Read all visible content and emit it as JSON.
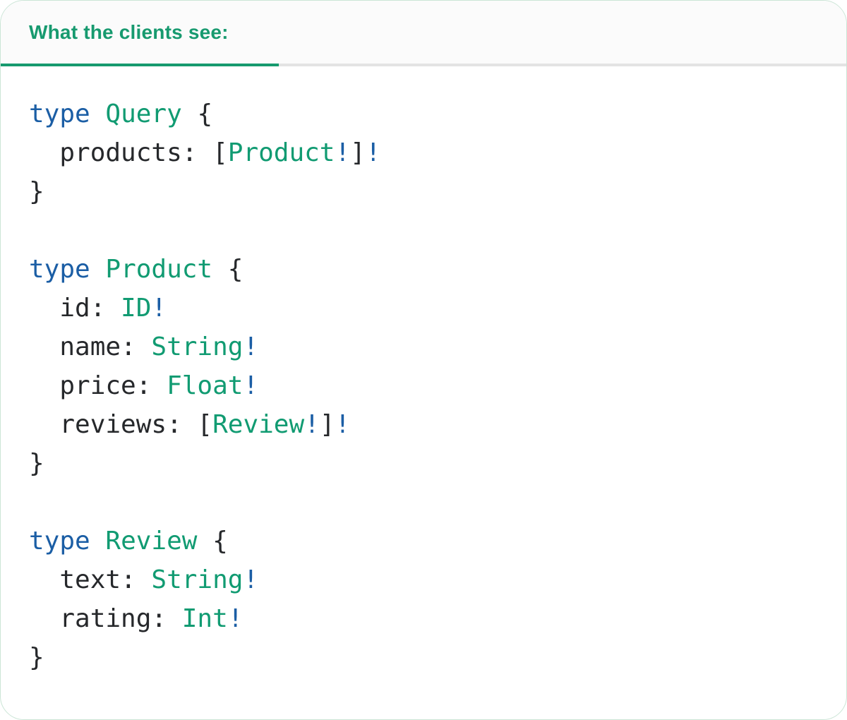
{
  "tab": {
    "label": "What the clients see:"
  },
  "colors": {
    "keyword": "#1b5ea5",
    "type": "#119b72",
    "plain": "#26282b",
    "bang": "#1b5ea5",
    "tab_label": "#179a6f",
    "tab_underline": "#169a6e",
    "header_bg": "#fbfbfb",
    "divider": "#e3e3e3",
    "panel_border": "#cbe5d6",
    "panel_bg": "#ffffff"
  },
  "code": {
    "language": "graphql",
    "raw": "type Query {\n  products: [Product!]!\n}\n\ntype Product {\n  id: ID!\n  name: String!\n  price: Float!\n  reviews: [Review!]!\n}\n\ntype Review {\n  text: String!\n  rating: Int!\n}",
    "lines": [
      [
        {
          "t": "type",
          "c": "kw"
        },
        {
          "t": " ",
          "c": "plain"
        },
        {
          "t": "Query",
          "c": "type"
        },
        {
          "t": " {",
          "c": "plain"
        }
      ],
      [
        {
          "t": "  products: [",
          "c": "plain"
        },
        {
          "t": "Product",
          "c": "type"
        },
        {
          "t": "!",
          "c": "bang"
        },
        {
          "t": "]",
          "c": "plain"
        },
        {
          "t": "!",
          "c": "bang"
        }
      ],
      [
        {
          "t": "}",
          "c": "plain"
        }
      ],
      [],
      [
        {
          "t": "type",
          "c": "kw"
        },
        {
          "t": " ",
          "c": "plain"
        },
        {
          "t": "Product",
          "c": "type"
        },
        {
          "t": " {",
          "c": "plain"
        }
      ],
      [
        {
          "t": "  id: ",
          "c": "plain"
        },
        {
          "t": "ID",
          "c": "type"
        },
        {
          "t": "!",
          "c": "bang"
        }
      ],
      [
        {
          "t": "  name: ",
          "c": "plain"
        },
        {
          "t": "String",
          "c": "type"
        },
        {
          "t": "!",
          "c": "bang"
        }
      ],
      [
        {
          "t": "  price: ",
          "c": "plain"
        },
        {
          "t": "Float",
          "c": "type"
        },
        {
          "t": "!",
          "c": "bang"
        }
      ],
      [
        {
          "t": "  reviews: [",
          "c": "plain"
        },
        {
          "t": "Review",
          "c": "type"
        },
        {
          "t": "!",
          "c": "bang"
        },
        {
          "t": "]",
          "c": "plain"
        },
        {
          "t": "!",
          "c": "bang"
        }
      ],
      [
        {
          "t": "}",
          "c": "plain"
        }
      ],
      [],
      [
        {
          "t": "type",
          "c": "kw"
        },
        {
          "t": " ",
          "c": "plain"
        },
        {
          "t": "Review",
          "c": "type"
        },
        {
          "t": " {",
          "c": "plain"
        }
      ],
      [
        {
          "t": "  text: ",
          "c": "plain"
        },
        {
          "t": "String",
          "c": "type"
        },
        {
          "t": "!",
          "c": "bang"
        }
      ],
      [
        {
          "t": "  rating: ",
          "c": "plain"
        },
        {
          "t": "Int",
          "c": "type"
        },
        {
          "t": "!",
          "c": "bang"
        }
      ],
      [
        {
          "t": "}",
          "c": "plain"
        }
      ]
    ]
  }
}
